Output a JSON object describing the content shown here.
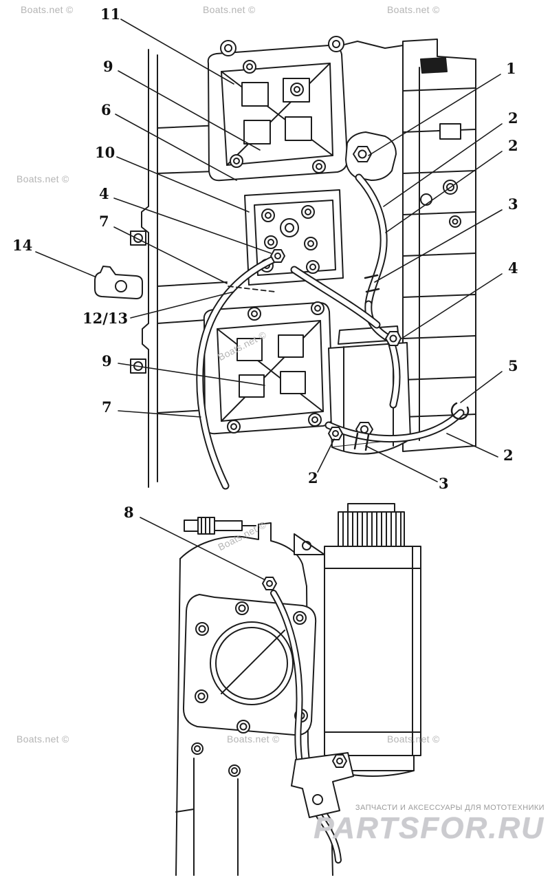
{
  "watermark": {
    "text": "Boats.net ©"
  },
  "callouts": [
    "11",
    "9",
    "6",
    "10",
    "4",
    "7",
    "14",
    "12/13",
    "9",
    "7",
    "8",
    "1",
    "2",
    "2",
    "3",
    "4",
    "5",
    "2",
    "2",
    "3"
  ],
  "footer": {
    "tagline": "ЗАПЧАСТИ И АКСЕССУАРЫ ДЛЯ МОТОТЕХНИКИ",
    "logo": "PARTSFOR.RU"
  },
  "colors": {
    "line": "#1c1c1c",
    "watermark": "#b4b4b4",
    "footer_text": "#9a9a9a",
    "logo": "#cbcbcf"
  }
}
